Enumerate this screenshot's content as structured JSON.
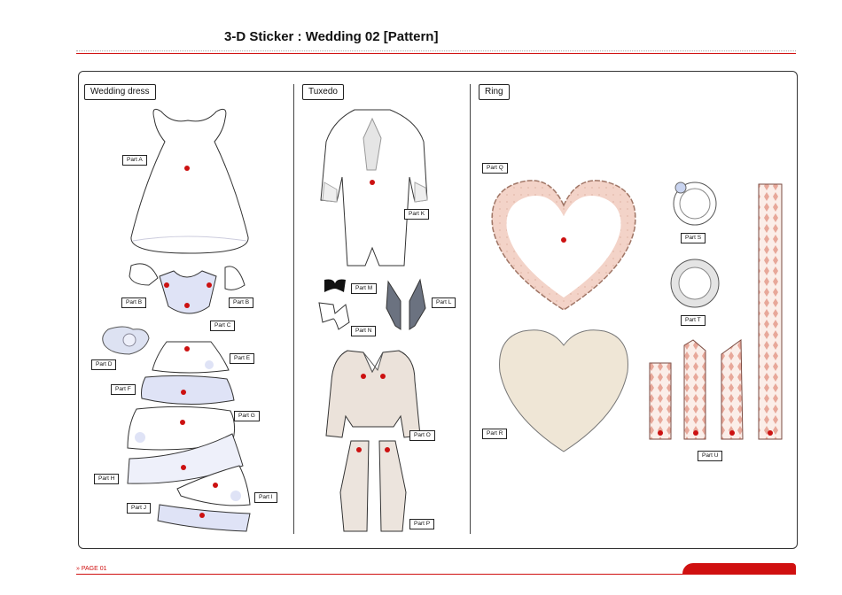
{
  "page": {
    "title": "3-D Sticker : Wedding 02 [Pattern]",
    "footer": "» PAGE 01"
  },
  "sections": {
    "wedding_dress": "Wedding dress",
    "tuxedo": "Tuxedo",
    "ring": "Ring"
  },
  "parts": {
    "a": "Part A",
    "b": "Part B",
    "c": "Part C",
    "d": "Part D",
    "e": "Part E",
    "f": "Part F",
    "g": "Part G",
    "h": "Part H",
    "i": "Part I",
    "j": "Part J",
    "k": "Part K",
    "l": "Part L",
    "m": "Part M",
    "n": "Part N",
    "o": "Part O",
    "p": "Part P",
    "q": "Part Q",
    "r": "Part R",
    "s": "Part S",
    "t": "Part T",
    "u": "Part U"
  },
  "colors": {
    "accent_red": "#d01010",
    "heart_pink": "#f3d3c8",
    "heart_cream": "#efe6d6",
    "lace_pink": "#e8a89a",
    "dress_blue": "#c9cfee",
    "lapel_gray": "#6b7280"
  }
}
